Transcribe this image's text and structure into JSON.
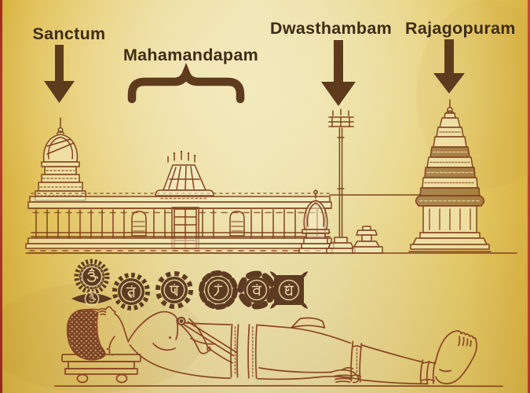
{
  "title": "Temple structure and human body analogy diagram",
  "labels": {
    "sanctum": "Sanctum",
    "mahamandapam": "Mahamandapam",
    "dwasthambam": "Dwasthambam",
    "rajagopuram": "Rajagopuram"
  },
  "chakras": [
    {
      "name": "sahasrara-chakra-icon",
      "seed": "ॐ"
    },
    {
      "name": "ajna-chakra-icon",
      "seed": "ॐ"
    },
    {
      "name": "vishuddha-chakra-icon",
      "seed": "हं"
    },
    {
      "name": "anahata-chakra-icon",
      "seed": "यं"
    },
    {
      "name": "manipura-chakra-icon",
      "seed": "रं"
    },
    {
      "name": "svadhisthana-chakra-icon",
      "seed": "वं"
    },
    {
      "name": "muladhara-chakra-icon",
      "seed": "लं"
    }
  ],
  "colors": {
    "label_text": "#3e2c15",
    "arrow_brown": "#5e3b1d",
    "line_art_brown": "#82431f",
    "figure_brown": "#8b4524",
    "chakra_brown": "#5d3b21",
    "paper_gold": "#e2c155",
    "paper_light": "#f0e5b2",
    "edge_red": "#b03a22"
  }
}
